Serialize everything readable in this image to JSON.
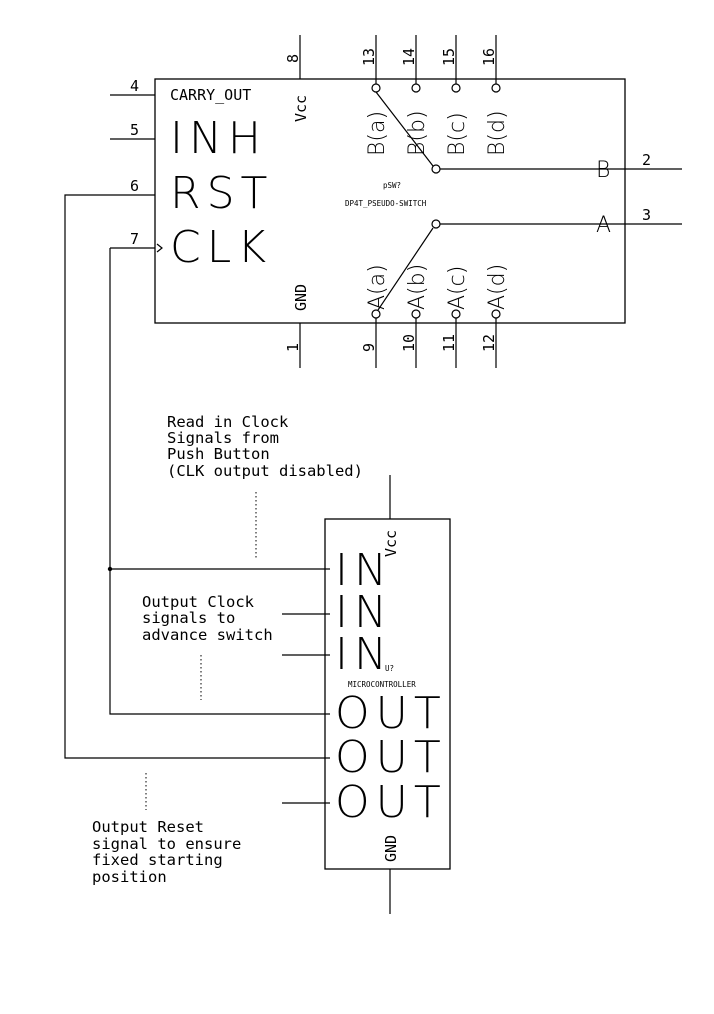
{
  "switch": {
    "ref": "pSW?",
    "value": "DP4T_PSEUDO-SWITCH",
    "labels": {
      "carry_out": "CARRY_OUT",
      "inh": "INH",
      "rst": "RST",
      "clk": "CLK",
      "vcc": "Vcc",
      "gnd": "GND",
      "b_common": "B",
      "a_common": "A",
      "b_a": "B(a)",
      "b_b": "B(b)",
      "b_c": "B(c)",
      "b_d": "B(d)",
      "a_a": "A(a)",
      "a_b": "A(b)",
      "a_c": "A(c)",
      "a_d": "A(d)"
    },
    "pins": {
      "p1": "1",
      "p2": "2",
      "p3": "3",
      "p4": "4",
      "p5": "5",
      "p6": "6",
      "p7": "7",
      "p8": "8",
      "p9": "9",
      "p10": "10",
      "p11": "11",
      "p12": "12",
      "p13": "13",
      "p14": "14",
      "p15": "15",
      "p16": "16"
    }
  },
  "microcontroller": {
    "ref": "U?",
    "value": "MICROCONTROLLER",
    "vcc": "Vcc",
    "gnd": "GND",
    "in1": "IN",
    "in2": "IN",
    "in3": "IN",
    "out1": "OUT",
    "out2": "OUT",
    "out3": "OUT"
  },
  "notes": {
    "read_clock": [
      "Read in Clock",
      "Signals from",
      "Push Button",
      "(CLK output disabled)"
    ],
    "output_clock": [
      "Output Clock",
      "signals to",
      "advance switch"
    ],
    "output_reset": [
      "Output Reset",
      "signal to ensure",
      "fixed starting",
      "position"
    ]
  }
}
